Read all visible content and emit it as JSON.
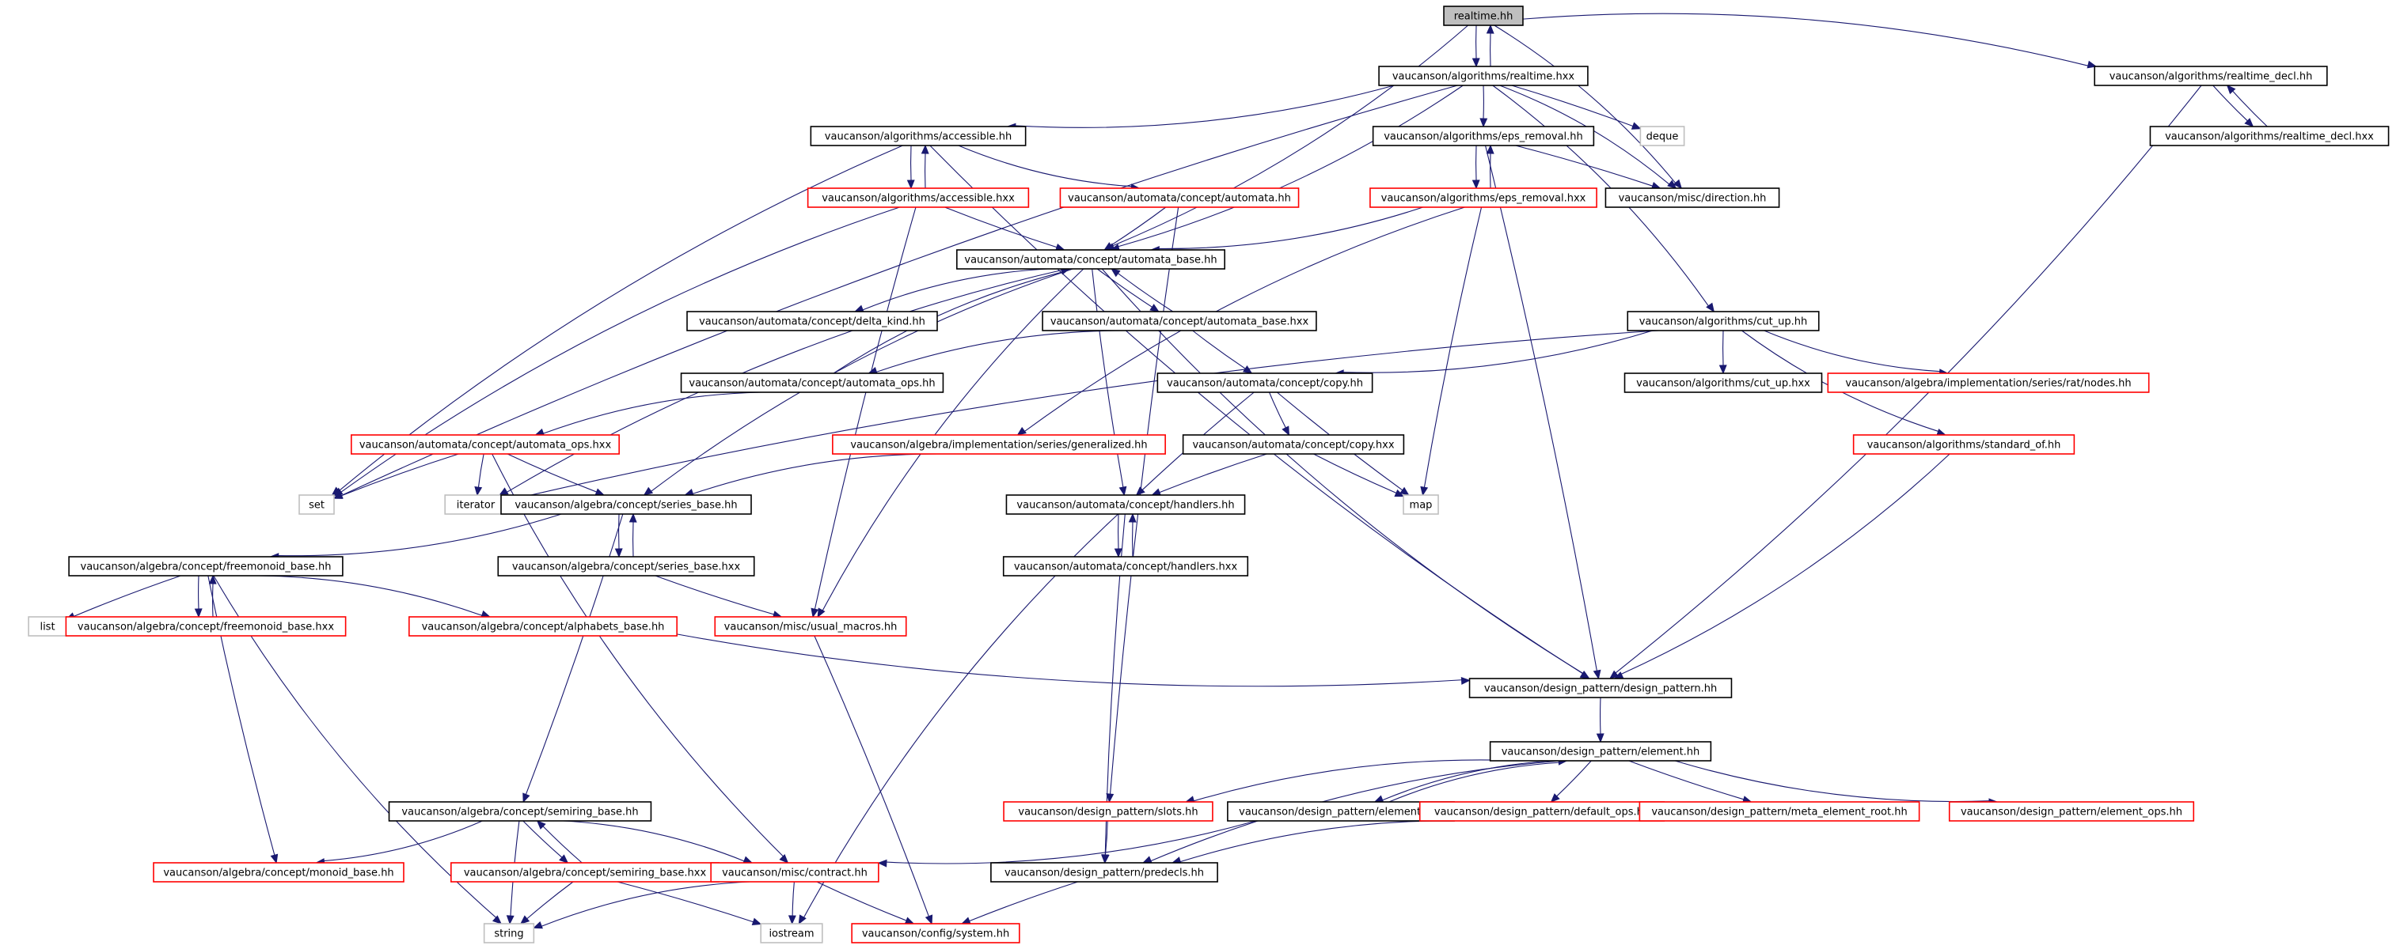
{
  "colors": {
    "edge": "#191970",
    "normal_border": "#000000",
    "truncated_border": "#ff0000",
    "external_border": "#bfbfbf",
    "root_fill": "#bfbfbf",
    "text": "#000000"
  },
  "nodes": [
    {
      "id": "realtime_hh",
      "label": "realtime.hh",
      "kind": "root"
    },
    {
      "id": "realtime_hxx",
      "label": "vaucanson/algorithms/realtime.hxx",
      "kind": "normal"
    },
    {
      "id": "realtime_decl_hh",
      "label": "vaucanson/algorithms/realtime_decl.hh",
      "kind": "normal"
    },
    {
      "id": "realtime_decl_hxx",
      "label": "vaucanson/algorithms/realtime_decl.hxx",
      "kind": "normal"
    },
    {
      "id": "accessible_hh",
      "label": "vaucanson/algorithms/accessible.hh",
      "kind": "normal"
    },
    {
      "id": "eps_removal_hh",
      "label": "vaucanson/algorithms/eps_removal.hh",
      "kind": "normal"
    },
    {
      "id": "deque",
      "label": "deque",
      "kind": "external"
    },
    {
      "id": "direction_hh",
      "label": "vaucanson/misc/direction.hh",
      "kind": "normal"
    },
    {
      "id": "accessible_hxx",
      "label": "vaucanson/algorithms/accessible.hxx",
      "kind": "truncated"
    },
    {
      "id": "automata_hh",
      "label": "vaucanson/automata/concept/automata.hh",
      "kind": "truncated"
    },
    {
      "id": "eps_removal_hxx",
      "label": "vaucanson/algorithms/eps_removal.hxx",
      "kind": "truncated"
    },
    {
      "id": "automata_base_hh",
      "label": "vaucanson/automata/concept/automata_base.hh",
      "kind": "normal"
    },
    {
      "id": "cut_up_hh",
      "label": "vaucanson/algorithms/cut_up.hh",
      "kind": "normal"
    },
    {
      "id": "delta_kind_hh",
      "label": "vaucanson/automata/concept/delta_kind.hh",
      "kind": "normal"
    },
    {
      "id": "automata_base_hxx",
      "label": "vaucanson/automata/concept/automata_base.hxx",
      "kind": "normal"
    },
    {
      "id": "automata_ops_hh",
      "label": "vaucanson/automata/concept/automata_ops.hh",
      "kind": "normal"
    },
    {
      "id": "copy_hh",
      "label": "vaucanson/automata/concept/copy.hh",
      "kind": "normal"
    },
    {
      "id": "cut_up_hxx",
      "label": "vaucanson/algorithms/cut_up.hxx",
      "kind": "normal"
    },
    {
      "id": "rat_nodes_hh",
      "label": "vaucanson/algebra/implementation/series/rat/nodes.hh",
      "kind": "truncated"
    },
    {
      "id": "automata_ops_hxx",
      "label": "vaucanson/automata/concept/automata_ops.hxx",
      "kind": "truncated"
    },
    {
      "id": "generalized_hh",
      "label": "vaucanson/algebra/implementation/series/generalized.hh",
      "kind": "truncated"
    },
    {
      "id": "copy_hxx",
      "label": "vaucanson/automata/concept/copy.hxx",
      "kind": "normal"
    },
    {
      "id": "standard_of_hh",
      "label": "vaucanson/algorithms/standard_of.hh",
      "kind": "truncated"
    },
    {
      "id": "set",
      "label": "set",
      "kind": "external"
    },
    {
      "id": "iterator",
      "label": "iterator",
      "kind": "external"
    },
    {
      "id": "series_base_hh",
      "label": "vaucanson/algebra/concept/series_base.hh",
      "kind": "normal"
    },
    {
      "id": "handlers_hh",
      "label": "vaucanson/automata/concept/handlers.hh",
      "kind": "normal"
    },
    {
      "id": "map",
      "label": "map",
      "kind": "external"
    },
    {
      "id": "freemonoid_base_hh",
      "label": "vaucanson/algebra/concept/freemonoid_base.hh",
      "kind": "normal"
    },
    {
      "id": "series_base_hxx",
      "label": "vaucanson/algebra/concept/series_base.hxx",
      "kind": "normal"
    },
    {
      "id": "handlers_hxx",
      "label": "vaucanson/automata/concept/handlers.hxx",
      "kind": "normal"
    },
    {
      "id": "list",
      "label": "list",
      "kind": "external"
    },
    {
      "id": "freemonoid_base_hxx",
      "label": "vaucanson/algebra/concept/freemonoid_base.hxx",
      "kind": "truncated"
    },
    {
      "id": "alphabets_base_hh",
      "label": "vaucanson/algebra/concept/alphabets_base.hh",
      "kind": "truncated"
    },
    {
      "id": "usual_macros_hh",
      "label": "vaucanson/misc/usual_macros.hh",
      "kind": "truncated"
    },
    {
      "id": "design_pattern_hh",
      "label": "vaucanson/design_pattern/design_pattern.hh",
      "kind": "normal"
    },
    {
      "id": "element_hh",
      "label": "vaucanson/design_pattern/element.hh",
      "kind": "normal"
    },
    {
      "id": "semiring_base_hh",
      "label": "vaucanson/algebra/concept/semiring_base.hh",
      "kind": "normal"
    },
    {
      "id": "slots_hh",
      "label": "vaucanson/design_pattern/slots.hh",
      "kind": "truncated"
    },
    {
      "id": "element_hxx",
      "label": "vaucanson/design_pattern/element.hxx",
      "kind": "normal"
    },
    {
      "id": "default_ops_hh",
      "label": "vaucanson/design_pattern/default_ops.hh",
      "kind": "truncated"
    },
    {
      "id": "meta_element_root_hh",
      "label": "vaucanson/design_pattern/meta_element_root.hh",
      "kind": "truncated"
    },
    {
      "id": "element_ops_hh",
      "label": "vaucanson/design_pattern/element_ops.hh",
      "kind": "truncated"
    },
    {
      "id": "monoid_base_hh",
      "label": "vaucanson/algebra/concept/monoid_base.hh",
      "kind": "truncated"
    },
    {
      "id": "semiring_base_hxx",
      "label": "vaucanson/algebra/concept/semiring_base.hxx",
      "kind": "truncated"
    },
    {
      "id": "contract_hh",
      "label": "vaucanson/misc/contract.hh",
      "kind": "truncated"
    },
    {
      "id": "predecls_hh",
      "label": "vaucanson/design_pattern/predecls.hh",
      "kind": "normal"
    },
    {
      "id": "string",
      "label": "string",
      "kind": "external"
    },
    {
      "id": "iostream",
      "label": "iostream",
      "kind": "external"
    },
    {
      "id": "system_hh",
      "label": "vaucanson/config/system.hh",
      "kind": "truncated"
    }
  ],
  "edges": [
    [
      "realtime_hh",
      "realtime_hxx"
    ],
    [
      "realtime_hh",
      "realtime_decl_hh"
    ],
    [
      "realtime_hh",
      "automata_base_hh"
    ],
    [
      "realtime_hh",
      "direction_hh"
    ],
    [
      "realtime_hxx",
      "realtime_hh"
    ],
    [
      "realtime_hxx",
      "accessible_hh"
    ],
    [
      "realtime_hxx",
      "eps_removal_hh"
    ],
    [
      "realtime_hxx",
      "deque"
    ],
    [
      "realtime_hxx",
      "cut_up_hh"
    ],
    [
      "realtime_hxx",
      "set"
    ],
    [
      "realtime_hxx",
      "automata_base_hh"
    ],
    [
      "realtime_hxx",
      "direction_hh"
    ],
    [
      "realtime_decl_hh",
      "realtime_decl_hxx"
    ],
    [
      "realtime_decl_hh",
      "design_pattern_hh"
    ],
    [
      "realtime_decl_hxx",
      "realtime_decl_hh"
    ],
    [
      "accessible_hh",
      "accessible_hxx"
    ],
    [
      "accessible_hh",
      "automata_hh"
    ],
    [
      "accessible_hh",
      "set"
    ],
    [
      "accessible_hh",
      "design_pattern_hh"
    ],
    [
      "accessible_hxx",
      "accessible_hh"
    ],
    [
      "accessible_hxx",
      "automata_base_hh"
    ],
    [
      "accessible_hxx",
      "set"
    ],
    [
      "accessible_hxx",
      "usual_macros_hh"
    ],
    [
      "automata_hh",
      "automata_base_hh"
    ],
    [
      "automata_hh",
      "slots_hh"
    ],
    [
      "eps_removal_hh",
      "eps_removal_hxx"
    ],
    [
      "eps_removal_hh",
      "direction_hh"
    ],
    [
      "eps_removal_hh",
      "design_pattern_hh"
    ],
    [
      "eps_removal_hxx",
      "eps_removal_hh"
    ],
    [
      "eps_removal_hxx",
      "automata_base_hh"
    ],
    [
      "eps_removal_hxx",
      "map"
    ],
    [
      "eps_removal_hxx",
      "generalized_hh"
    ],
    [
      "automata_base_hh",
      "delta_kind_hh"
    ],
    [
      "automata_base_hh",
      "automata_base_hxx"
    ],
    [
      "automata_base_hh",
      "series_base_hh"
    ],
    [
      "automata_base_hh",
      "handlers_hh"
    ],
    [
      "automata_base_hh",
      "usual_macros_hh"
    ],
    [
      "automata_base_hh",
      "design_pattern_hh"
    ],
    [
      "automata_base_hh",
      "iterator"
    ],
    [
      "automata_base_hxx",
      "automata_base_hh"
    ],
    [
      "automata_base_hxx",
      "automata_ops_hh"
    ],
    [
      "automata_base_hxx",
      "copy_hh"
    ],
    [
      "automata_ops_hh",
      "automata_base_hh"
    ],
    [
      "automata_ops_hh",
      "automata_ops_hxx"
    ],
    [
      "automata_ops_hxx",
      "set"
    ],
    [
      "automata_ops_hxx",
      "iterator"
    ],
    [
      "automata_ops_hxx",
      "series_base_hh"
    ],
    [
      "automata_ops_hxx",
      "contract_hh"
    ],
    [
      "cut_up_hh",
      "copy_hh"
    ],
    [
      "cut_up_hh",
      "cut_up_hxx"
    ],
    [
      "cut_up_hh",
      "rat_nodes_hh"
    ],
    [
      "cut_up_hh",
      "standard_of_hh"
    ],
    [
      "cut_up_hh",
      "iterator"
    ],
    [
      "copy_hh",
      "copy_hxx"
    ],
    [
      "copy_hh",
      "handlers_hh"
    ],
    [
      "copy_hh",
      "map"
    ],
    [
      "copy_hxx",
      "map"
    ],
    [
      "copy_hxx",
      "handlers_hh"
    ],
    [
      "generalized_hh",
      "series_base_hh"
    ],
    [
      "standard_of_hh",
      "design_pattern_hh"
    ],
    [
      "series_base_hh",
      "series_base_hxx"
    ],
    [
      "series_base_hh",
      "freemonoid_base_hh"
    ],
    [
      "series_base_hh",
      "semiring_base_hh"
    ],
    [
      "series_base_hxx",
      "series_base_hh"
    ],
    [
      "series_base_hxx",
      "usual_macros_hh"
    ],
    [
      "handlers_hh",
      "handlers_hxx"
    ],
    [
      "handlers_hh",
      "iostream"
    ],
    [
      "handlers_hh",
      "predecls_hh"
    ],
    [
      "handlers_hxx",
      "handlers_hh"
    ],
    [
      "freemonoid_base_hh",
      "list"
    ],
    [
      "freemonoid_base_hh",
      "freemonoid_base_hxx"
    ],
    [
      "freemonoid_base_hh",
      "alphabets_base_hh"
    ],
    [
      "freemonoid_base_hh",
      "string"
    ],
    [
      "freemonoid_base_hh",
      "monoid_base_hh"
    ],
    [
      "freemonoid_base_hxx",
      "freemonoid_base_hh"
    ],
    [
      "alphabets_base_hh",
      "design_pattern_hh"
    ],
    [
      "usual_macros_hh",
      "system_hh"
    ],
    [
      "design_pattern_hh",
      "element_hh"
    ],
    [
      "element_hh",
      "slots_hh"
    ],
    [
      "element_hh",
      "element_hxx"
    ],
    [
      "element_hh",
      "default_ops_hh"
    ],
    [
      "element_hh",
      "meta_element_root_hh"
    ],
    [
      "element_hh",
      "element_ops_hh"
    ],
    [
      "element_hh",
      "predecls_hh"
    ],
    [
      "element_hxx",
      "element_hh"
    ],
    [
      "element_hxx",
      "contract_hh"
    ],
    [
      "slots_hh",
      "predecls_hh"
    ],
    [
      "default_ops_hh",
      "predecls_hh"
    ],
    [
      "semiring_base_hh",
      "semiring_base_hxx"
    ],
    [
      "semiring_base_hh",
      "monoid_base_hh"
    ],
    [
      "semiring_base_hh",
      "string"
    ],
    [
      "semiring_base_hh",
      "contract_hh"
    ],
    [
      "semiring_base_hxx",
      "semiring_base_hh"
    ],
    [
      "semiring_base_hxx",
      "string"
    ],
    [
      "semiring_base_hxx",
      "iostream"
    ],
    [
      "contract_hh",
      "string"
    ],
    [
      "contract_hh",
      "iostream"
    ],
    [
      "contract_hh",
      "system_hh"
    ],
    [
      "predecls_hh",
      "system_hh"
    ]
  ]
}
